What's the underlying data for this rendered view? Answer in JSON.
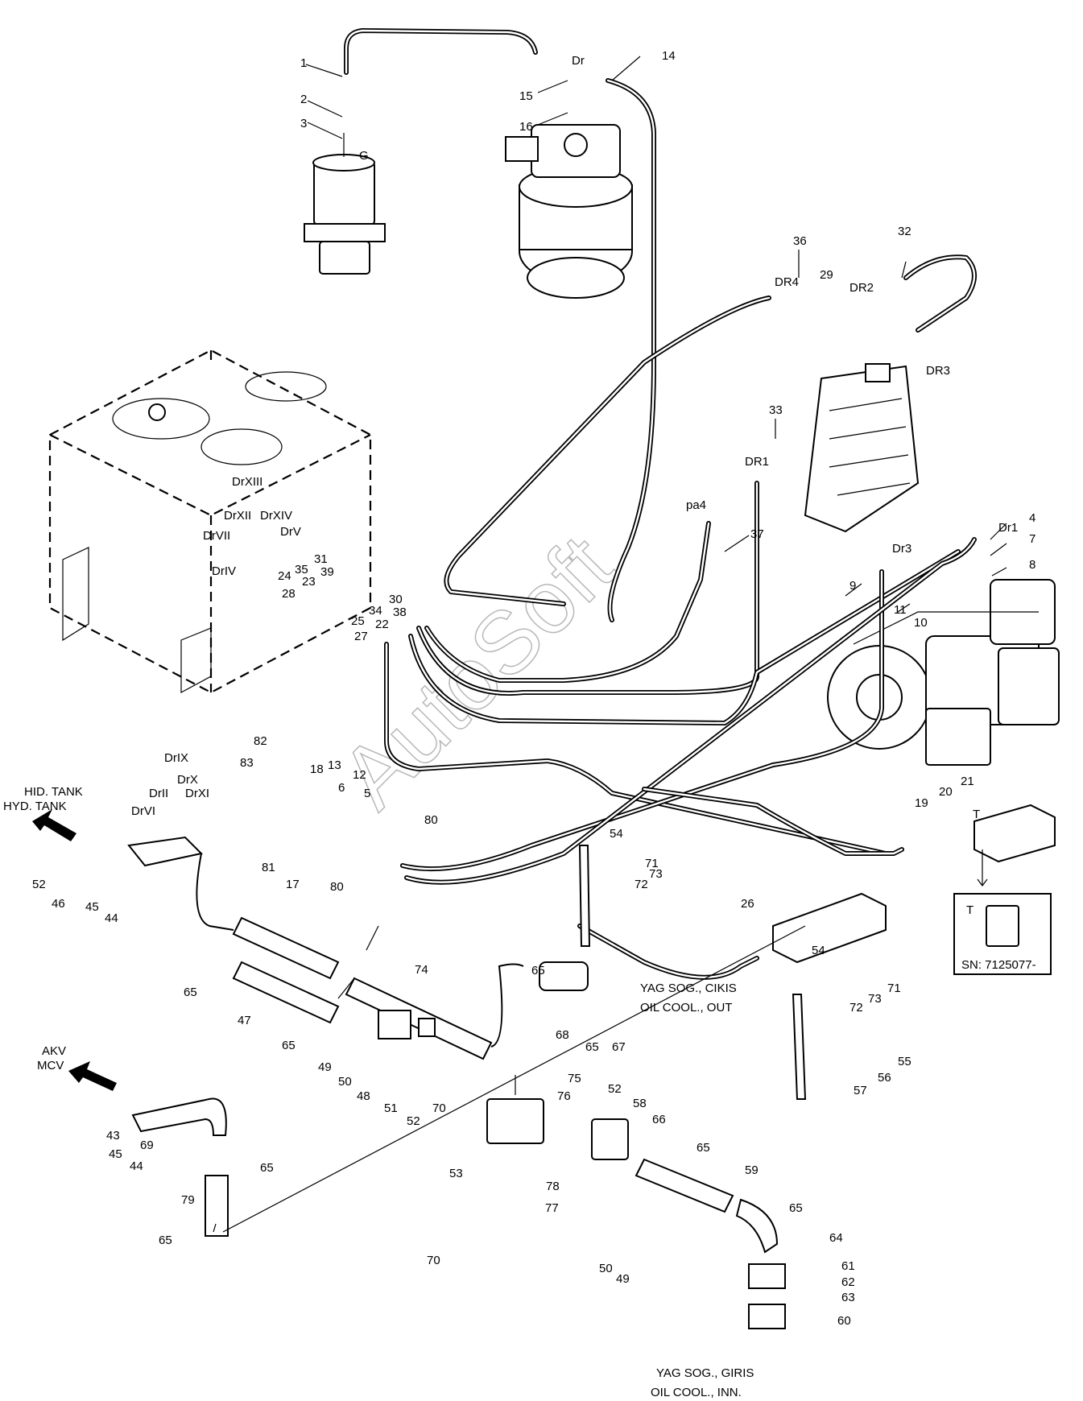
{
  "watermark": "AutoSoft",
  "destinations": {
    "hyd_tank": [
      "HID. TANK",
      "HYD. TANK"
    ],
    "mcv": [
      "AKV",
      "MCV"
    ],
    "oil_cooler_out": [
      "YAG SOG., CIKIS",
      "OIL COOL., OUT"
    ],
    "oil_cooler_in": [
      "YAG SOG., GIRIS",
      "OIL COOL., INN."
    ],
    "serial_note": "SN: 7125077-"
  },
  "port_labels": [
    "G",
    "Dr",
    "DR4",
    "DR2",
    "DR3",
    "DR1",
    "pa4",
    "Dr1",
    "Dr3",
    "T",
    "T",
    "DrXIII",
    "DrXII",
    "DrXIV",
    "DrV",
    "DrVII",
    "DrIV",
    "DrIX",
    "DrII",
    "DrX",
    "DrXI",
    "DrVI"
  ],
  "callouts": [
    "1",
    "2",
    "3",
    "14",
    "15",
    "16",
    "36",
    "29",
    "32",
    "33",
    "37",
    "4",
    "7",
    "8",
    "9",
    "11",
    "10",
    "31",
    "35",
    "39",
    "24",
    "23",
    "28",
    "30",
    "34",
    "38",
    "25",
    "22",
    "27",
    "83",
    "82",
    "18",
    "13",
    "6",
    "12",
    "5",
    "80",
    "81",
    "17",
    "80",
    "52",
    "46",
    "45",
    "44",
    "65",
    "47",
    "65",
    "74",
    "49",
    "50",
    "48",
    "51",
    "52",
    "75",
    "76",
    "52",
    "58",
    "66",
    "53",
    "78",
    "77",
    "70",
    "70",
    "43",
    "69",
    "45",
    "44",
    "65",
    "79",
    "65",
    "65",
    "68",
    "65",
    "67",
    "54",
    "71",
    "73",
    "72",
    "26",
    "54",
    "71",
    "73",
    "72",
    "55",
    "56",
    "57",
    "19",
    "20",
    "21",
    "65",
    "59",
    "65",
    "64",
    "61",
    "62",
    "63",
    "60",
    "50",
    "49"
  ]
}
